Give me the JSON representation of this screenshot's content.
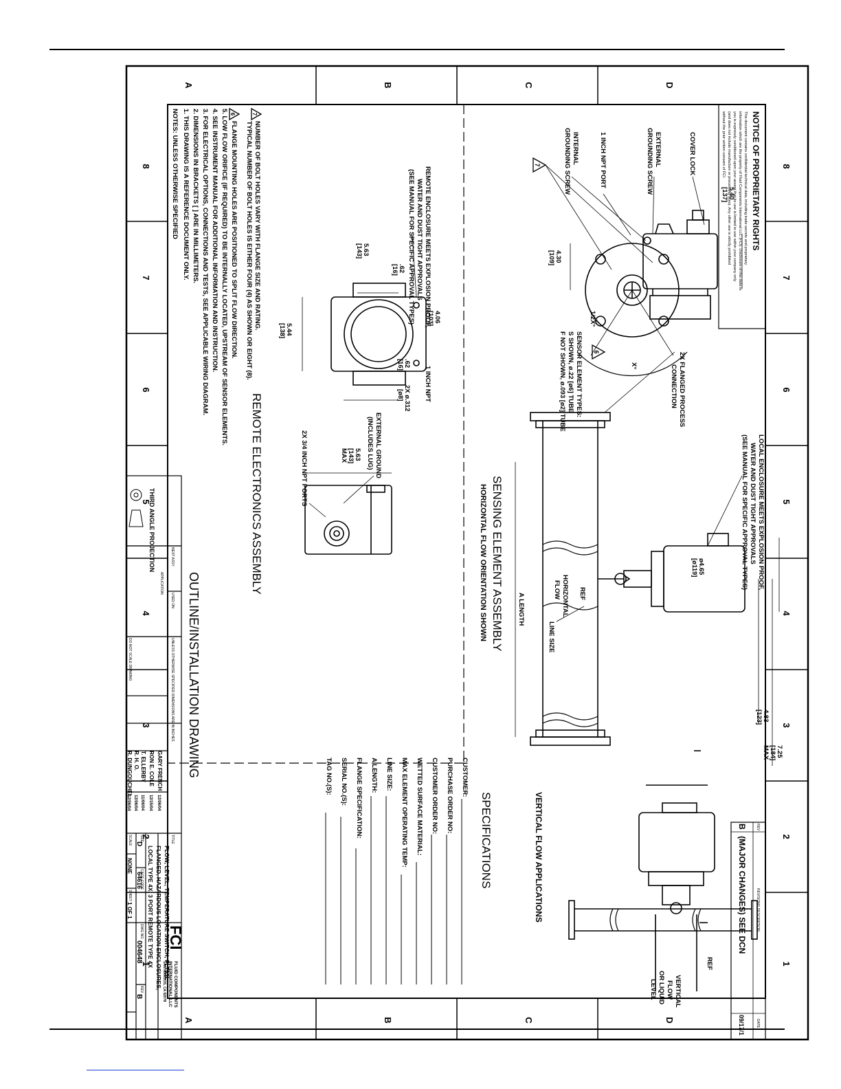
{
  "zones": {
    "cols": [
      "8",
      "7",
      "6",
      "5",
      "4",
      "3",
      "2",
      "1"
    ],
    "rows": [
      "A",
      "B",
      "C",
      "D"
    ]
  },
  "notice": {
    "title": "NOTICE OF PROPRIETARY RIGHTS",
    "lines": [
      "This document contains confidential technical data, including trade secrets and proprietary",
      "information which are the property of Fluid Components International LLC (FCI). Disclosure of this data to",
      "you is expressly conditioned upon your assent that its use is limited to use within your company only",
      "(and does not include manufacture or processing uses). Any other use is strictly prohibited",
      "without the prior written consent of FCI."
    ]
  },
  "revision": {
    "rev": "B",
    "description": "(MAJOR CHANGES) SEE DCN",
    "date": "09/17/1",
    "hdr_rev": "REV",
    "hdr_desc": "REVISIONS DESCRIPTION",
    "hdr_date": "DATE"
  },
  "left_callouts": {
    "cover_lock": "COVER LOCK",
    "external_ground": [
      "EXTERNAL",
      "GROUNDING SCREW"
    ],
    "npt_port": "1 INCH NPT PORT",
    "internal_ground": [
      "INTERNAL",
      "GROUNDING SCREW"
    ],
    "dim_540": [
      "5.40",
      "[137]"
    ],
    "dim_430": [
      "4.30",
      "[109]"
    ],
    "sensor_types": [
      "SENSOR ELEMENT TYPES:",
      "S SHOWN, ø.22 [ø6] TUBE",
      "F NOT SHOWN, ø.093 [ø2] TUBE"
    ],
    "angle_x": "X°",
    "angle_half": "1/2X°",
    "tri7": "7",
    "tri6": "6"
  },
  "sensing": {
    "local_enclosure": [
      "LOCAL ENCLOSURE MEETS EXPLOSION PROOF,",
      "WATER AND DUST TIGHT APPROVALS",
      "(SEE MANUAL FOR SPECIFIC APPROVAL TYPES)"
    ],
    "flanged": [
      "2X FLANGED PROCESS",
      "CONNECTION"
    ],
    "dim_dia": [
      "ø4.65",
      "[ø119]"
    ],
    "dim_483": [
      "4.83",
      "[123]"
    ],
    "dim_725": [
      "7.25",
      "[184]",
      "MAX"
    ],
    "line_size": "LINE SIZE",
    "ref": "REF",
    "horizontal": [
      "HORIZONTAL",
      "FLOW"
    ],
    "a_length": "A LENGTH",
    "title": "SENSING ELEMENT ASSEMBLY",
    "subtitle": "HORIZONTAL FLOW ORIENTATION SHOWN"
  },
  "vertical": {
    "ref": "REF",
    "label": [
      "VERTICAL",
      "FLOW",
      "OR LIQUID",
      "LEVEL"
    ],
    "title": "VERTICAL FLOW APPLICATIONS"
  },
  "remote": {
    "enclosure": [
      "REMOTE ENCLOSURE MEETS EXPLOSION PROOF,",
      "WATER AND DUST TIGHT APPROVALS",
      "(SEE MANUAL FOR SPECIFIC APPROVAL TYPES)"
    ],
    "npt": "1 INCH NPT",
    "dim_62a": [
      ".62",
      "[16]"
    ],
    "dim_62b": [
      ".62",
      "[16]"
    ],
    "dim_406": [
      "4.06",
      "[103]"
    ],
    "dim_312": [
      "2X ø.312",
      "[ø8]"
    ],
    "dim_563a": [
      "5.63",
      "[143]"
    ],
    "dim_544": [
      "5.44",
      "[138]"
    ],
    "dim_563b": [
      "5.63",
      "[143]",
      "MAX"
    ],
    "ext_ground": [
      "EXTERNAL GROUND",
      "(INCLUDES LUG)"
    ],
    "ports": "2X 3/4 INCH NPT PORTS",
    "title": "REMOTE ELECTRONICS ASSEMBLY"
  },
  "specifications": {
    "title": "SPECIFICATIONS",
    "items": [
      "CUSTOMER:",
      "PURCHASE ORDER NO:",
      "CUSTOMER ORDER NO:",
      "WETTED SURFACE MATERIAL:",
      "MAX ELEMENT OPERATING TEMP:",
      "LINE SIZE:",
      "A LENGTH:",
      "FLANGE SPECIFICATION:",
      "SERIAL NO.(S):",
      "TAG NO.(S):"
    ]
  },
  "notes": {
    "header": "NOTES: UNLESS OTHERWISE SPECIFIED",
    "items": [
      "1.  THIS DRAWING IS A REFERENCE DOCUMENT ONLY.",
      "2.  DIMENSIONS IN BRACKETS [ ] ARE IN MILLIMETERS.",
      "3.  FOR ELECTRICAL OPTIONS, CONNECTIONS AND TESTS, SEE APPLICABLE WIRING DIAGRAM.",
      "4.  SEE INSTRUMENT MANUAL FOR ADDITIONAL INFORMATION AND INSTRUCTION.",
      "5.  LOW FLOW ORIFICE (IF REQUIRED) TO BE INTERNALLY LOCATED, UPSTREAM OF SENSOR ELEMENTS.",
      "FLANGE MOUNTING HOLES ARE POSITIONED TO SPLIT FLOW DIRECTION.",
      "TYPICAL NUMBER OF BOLT HOLES IS EITHER FOUR (4) AS SHOWN OR EIGHT (8).",
      "NUMBER OF BOLT HOLES VARY WITH FLANGE SIZE AND RATING."
    ],
    "tri6": "6",
    "tri7": "7"
  },
  "drawing_title": "OUTLINE/INSTALLATION DRAWING",
  "title_block": {
    "company": [
      "FLUID COMPONENTS",
      "INTERNATIONAL LLC",
      "SAN MARCOS, CA 92078"
    ],
    "logo": "FCI",
    "title_label": "TITLE",
    "title_lines": [
      "FLOW, LEVEL, TEMPERATURE SWITCH, FLT93L",
      "FLANGED, HAZARDOUS LOCATION ENCLOSURES,",
      "LOCAL TYPE 4X, 3 PORT REMOTE TYPE 4X"
    ],
    "size_label": "SIZE",
    "size": "D",
    "cage_label": "CAGE CODE",
    "cage": "64616",
    "dwg_label": "DWG NO.",
    "dwg": "004648",
    "rev_label": "REV",
    "rev": "B",
    "scale_label": "SCALE",
    "scale": "NONE",
    "sheet_label": "SHEET",
    "sheet": "1 OF 1",
    "drawn": "GARY FRENCH",
    "drawn_date": "12/06/04",
    "checked": "RON E. COLE",
    "checked_date": "12/15/04",
    "approved1": "T. ELLERBY",
    "approved1_date": "11/06/04",
    "approved2": "R. H. O.",
    "approved2_date": "12/06/04",
    "approved3": "R. DUNGOUCHEL",
    "approved3_date": "12/06/04",
    "projection": "THIRD ANGLE PROJECTION",
    "next_assy": "NEXT ASSY",
    "used_on": "USED ON",
    "application": "APPLICATION",
    "tolerances": "UNLESS OTHERWISE SPECIFIED DIMENSIONS ARE IN INCHES",
    "do_not_scale": "DO NOT SCALE DRAWING"
  }
}
